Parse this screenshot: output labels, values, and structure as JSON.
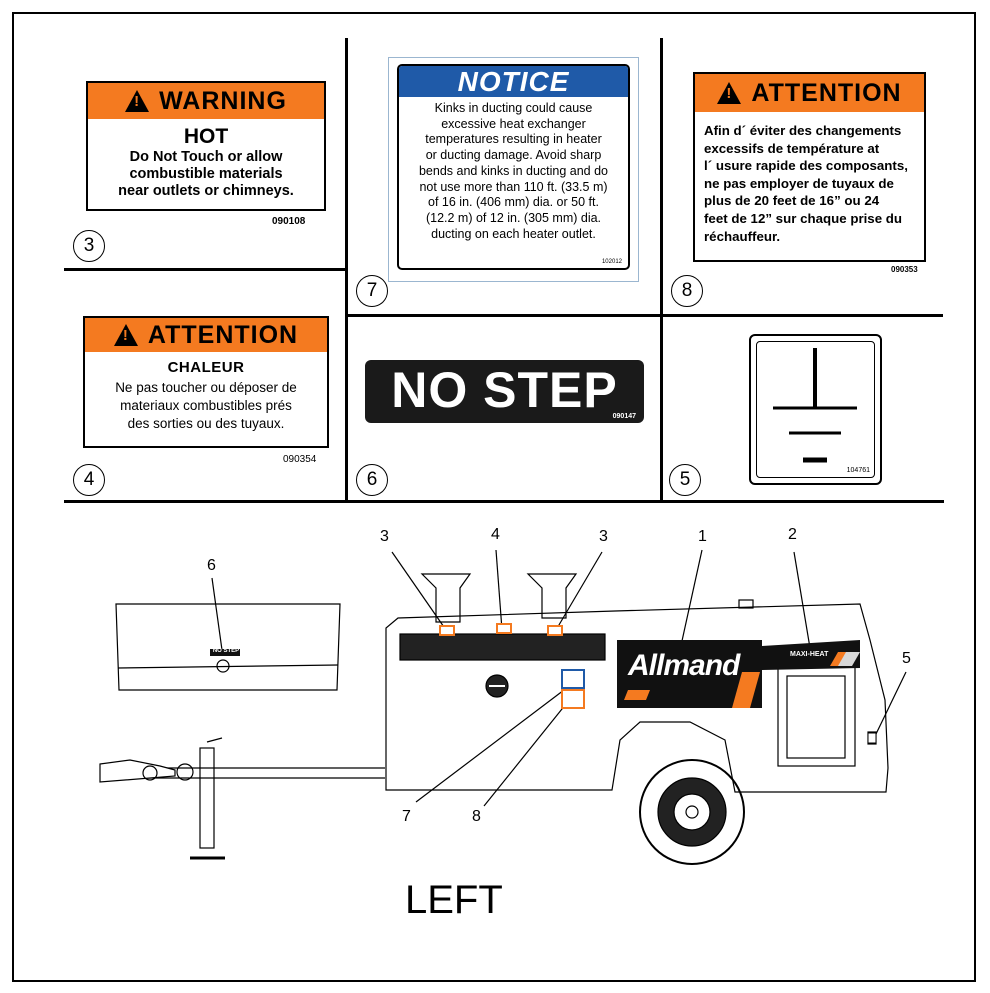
{
  "warning_hot": {
    "header": "WARNING",
    "title": "HOT",
    "body": [
      "Do Not Touch or allow",
      "combustible materials",
      "near outlets or chimneys."
    ],
    "code": "090108",
    "item": "3"
  },
  "attention_chaleur": {
    "header": "ATTENTION",
    "title": "CHALEUR",
    "body": [
      "Ne pas toucher ou déposer de",
      "materiaux combustibles prés",
      "des sorties ou des tuyaux."
    ],
    "code": "090354",
    "item": "4"
  },
  "notice": {
    "header": "NOTICE",
    "body": [
      "Kinks in ducting could cause",
      "excessive heat exchanger",
      "temperatures resulting in heater",
      "or ducting damage. Avoid sharp",
      "bends and kinks in ducting and do",
      "not use more than 110 ft. (33.5 m)",
      "of 16 in. (406 mm) dia. or 50 ft.",
      "(12.2 m) of 12 in. (305 mm) dia.",
      "ducting on each heater outlet."
    ],
    "code": "102012",
    "item": "7"
  },
  "attention_fr": {
    "header": "ATTENTION",
    "body": [
      "Afin d´ éviter des changements",
      "excessifs de température at",
      "l´ usure rapide des composants,",
      "ne pas employer de tuyaux de",
      "plus de 20 feet de 16” ou 24",
      "feet de 12” sur chaque prise du",
      "réchauffeur."
    ],
    "code": "090353",
    "item": "8"
  },
  "no_step": {
    "text": "NO STEP",
    "code": "090147",
    "item": "6"
  },
  "ground": {
    "code": "104761",
    "item": "5"
  },
  "diagram": {
    "brand": "Allmand",
    "model": "MAXI-HEAT",
    "small_no_step": "NO STEP",
    "callouts": [
      "3",
      "4",
      "3",
      "1",
      "2",
      "5",
      "6",
      "7",
      "8"
    ],
    "caption": "LEFT"
  },
  "colors": {
    "orange": "#f47a20",
    "notice_blue": "#1f5aa8"
  }
}
